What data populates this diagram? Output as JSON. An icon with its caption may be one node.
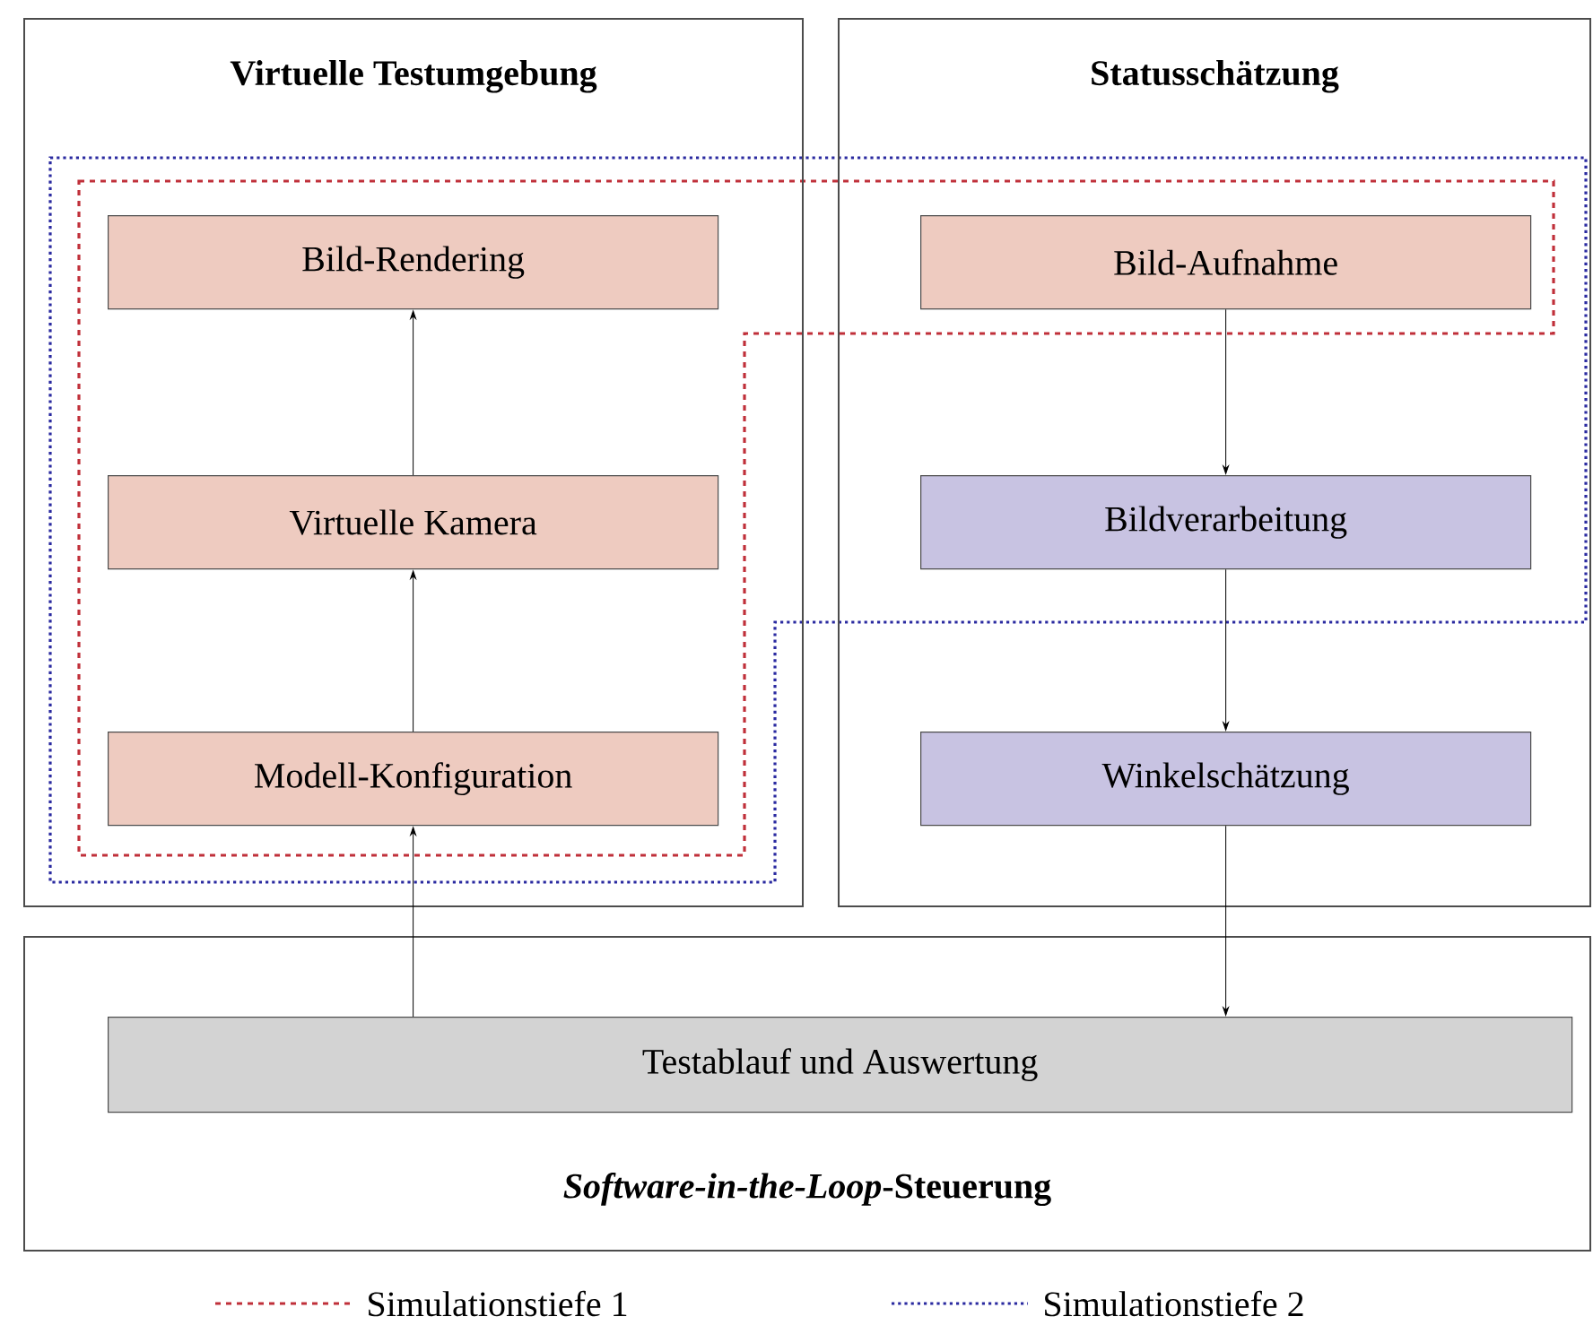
{
  "diagram": {
    "nodes": [
      {
        "text": [
          "Virtuelle Testumgebung"
        ]
      },
      {
        "text": [
          "Statusschätzung"
        ]
      },
      {
        "text": [
          "*Software-in-the-Loop*-Steuerung"
        ]
      },
      {
        "text": [
          "Bild-Rendering"
        ],
        "in": 0
      },
      {
        "text": [
          "Virtuelle Kamera"
        ],
        "in": 0
      },
      {
        "text": [
          "Modell-Konfiguration"
        ],
        "in": 0
      },
      {
        "text": [
          "Bild-Aufnahme"
        ],
        "in": 1
      },
      {
        "text": [
          "Bildverarbeitung"
        ],
        "in": 1
      },
      {
        "text": [
          "Winkelschätzung"
        ],
        "in": 1
      },
      {
        "text": [
          "Testablauf und Auswertung"
        ],
        "in": 2
      }
    ],
    "edges": [
      {
        "from": 4,
        "to": 3,
        "arrow": "to"
      },
      {
        "from": 5,
        "to": 4,
        "arrow": "to"
      },
      {
        "from": 9,
        "to": 5,
        "arrow": "to"
      },
      {
        "from": 6,
        "to": 7,
        "arrow": "to"
      },
      {
        "from": 7,
        "to": 8,
        "arrow": "to"
      },
      {
        "from": 8,
        "to": 9,
        "arrow": "to"
      }
    ],
    "legend": [
      {
        "text": "Simulationstiefe 1"
      },
      {
        "text": "Simulationstiefe 2"
      }
    ]
  }
}
